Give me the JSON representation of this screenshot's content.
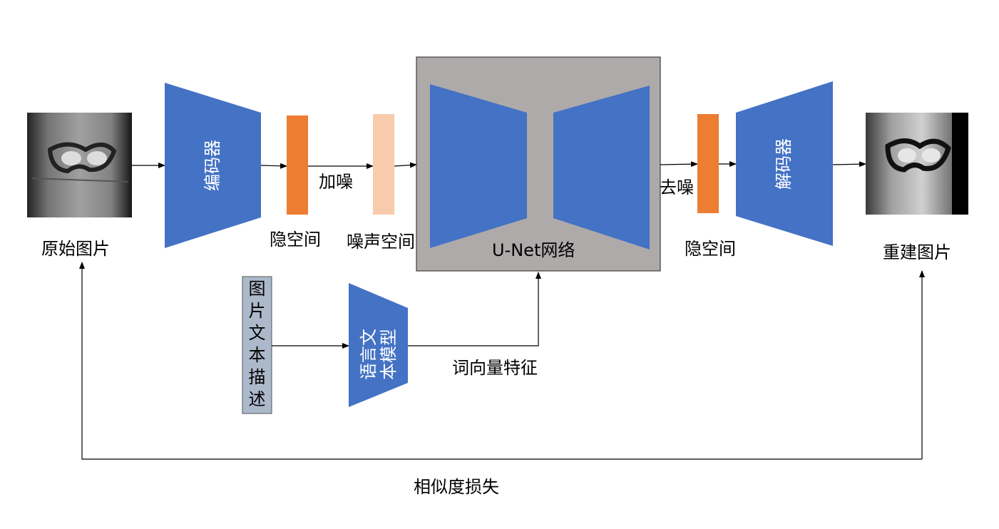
{
  "input_label": "原始图片",
  "output_label": "重建图片",
  "encoder_label": "编码器",
  "decoder_label": "解码器",
  "latent_label_left": "隐空间",
  "latent_label_right": "隐空间",
  "add_noise_label": "加噪",
  "noise_space_label": "噪声空间",
  "unet_label": "U-Net网络",
  "denoise_label": "去噪",
  "text_desc_chars": [
    "图",
    "片",
    "文",
    "本",
    "描",
    "述"
  ],
  "language_model_line1": "语言文",
  "language_model_line2": "本模型",
  "word_vector_label": "词向量特征",
  "loss_label": "相似度损失",
  "colors": {
    "blue": "#4472c4",
    "orange": "#ed7d31",
    "peach": "#f8cbad",
    "gray_box": "#aeaaaa",
    "text_box": "#acb9ca"
  }
}
